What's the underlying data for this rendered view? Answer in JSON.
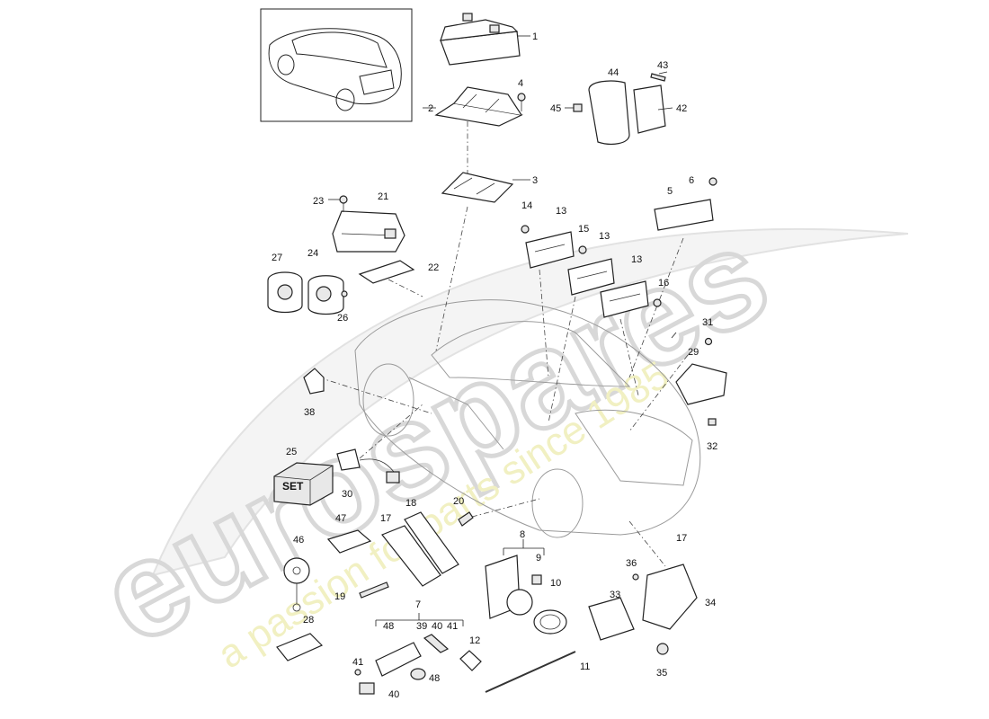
{
  "watermark": {
    "brand": "eurospares",
    "tagline": "a passion for parts since 1985"
  },
  "set_box_label": "SET",
  "callouts": {
    "c1": "1",
    "c2": "2",
    "c3": "3",
    "c4": "4",
    "c5": "5",
    "c6": "6",
    "c7": "7",
    "c8": "8",
    "c9": "9",
    "c10": "10",
    "c11": "11",
    "c12": "12",
    "c13a": "13",
    "c13b": "13",
    "c13c": "13",
    "c14": "14",
    "c15": "15",
    "c16": "16",
    "c17a": "17",
    "c17b": "17",
    "c18": "18",
    "c19": "19",
    "c20": "20",
    "c21": "21",
    "c22": "22",
    "c23": "23",
    "c24": "24",
    "c25": "25",
    "c26": "26",
    "c27": "27",
    "c28": "28",
    "c29": "29",
    "c30": "30",
    "c31": "31",
    "c32": "32",
    "c33": "33",
    "c34": "34",
    "c35": "35",
    "c36": "36",
    "c38": "38",
    "c39": "39",
    "c40a": "40",
    "c40b": "40",
    "c41a": "41",
    "c41b": "41",
    "c42": "42",
    "c43": "43",
    "c44": "44",
    "c45": "45",
    "c46": "46",
    "c47": "47",
    "c48a": "48",
    "c48b": "48"
  }
}
